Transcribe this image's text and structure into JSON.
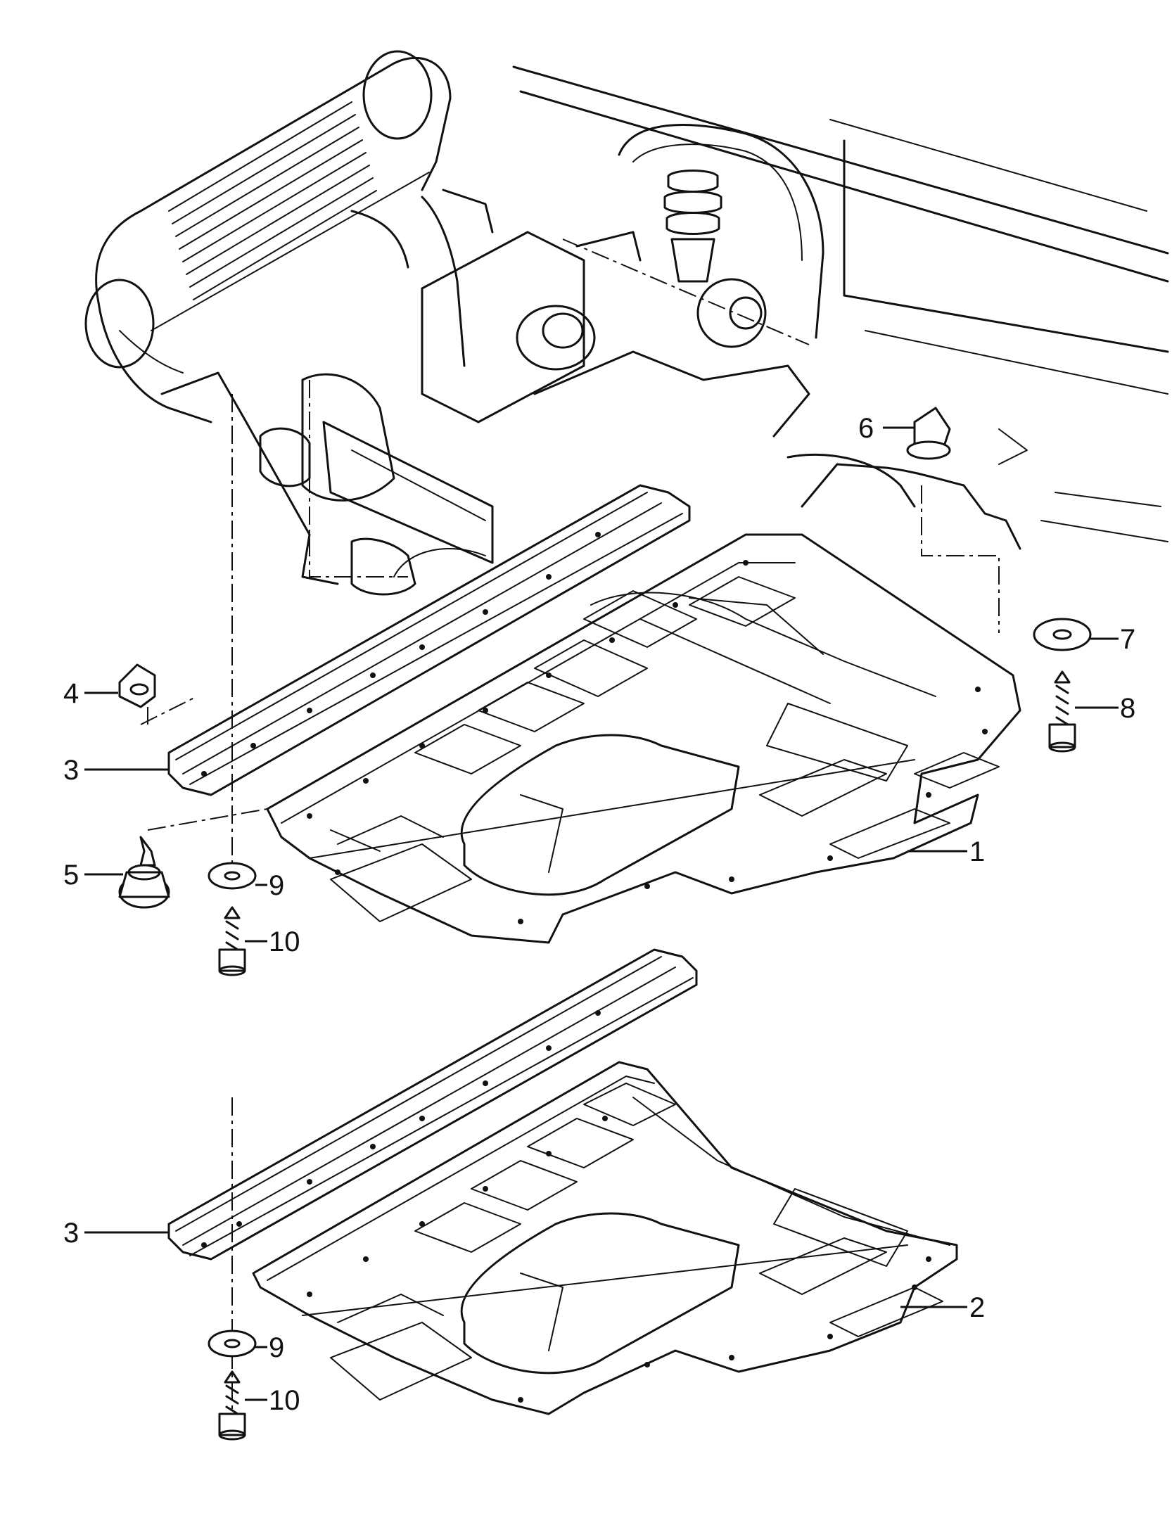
{
  "callouts": {
    "c1": "1",
    "c2": "2",
    "c3a": "3",
    "c3b": "3",
    "c4": "4",
    "c5": "5",
    "c6": "6",
    "c7": "7",
    "c8": "8",
    "c9a": "9",
    "c9b": "9",
    "c10a": "10",
    "c10b": "10"
  }
}
